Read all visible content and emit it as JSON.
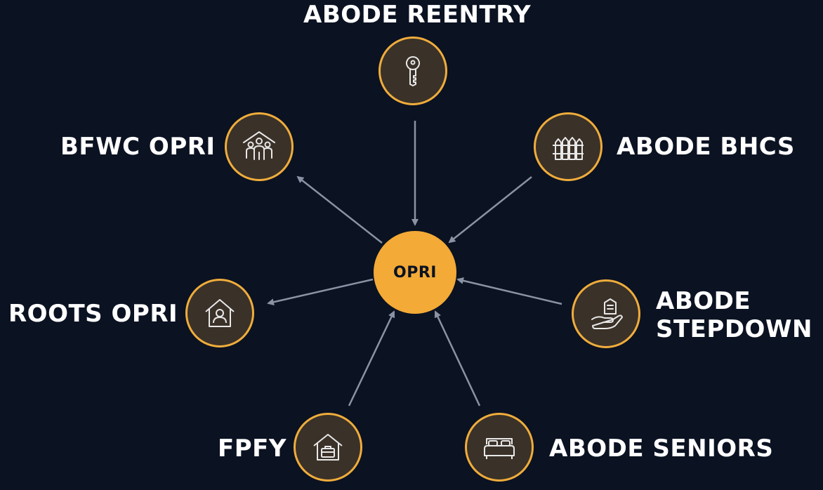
{
  "center": {
    "label": "OPRI"
  },
  "nodes": [
    {
      "id": "abode-reentry",
      "label": "ABODE REENTRY",
      "icon": "key-icon"
    },
    {
      "id": "abode-bhcs",
      "label": "ABODE BHCS",
      "icon": "fence-icon"
    },
    {
      "id": "abode-stepdown",
      "label_line1": "ABODE",
      "label_line2": "STEPDOWN",
      "icon": "hand-house-icon"
    },
    {
      "id": "abode-seniors",
      "label": "ABODE SENIORS",
      "icon": "bed-icon"
    },
    {
      "id": "fpfy",
      "label": "FPFY",
      "icon": "house-briefcase-icon"
    },
    {
      "id": "roots-opri",
      "label": "ROOTS OPRI",
      "icon": "house-person-icon"
    },
    {
      "id": "bfwc-opri",
      "label": "BFWC OPRI",
      "icon": "family-house-icon"
    }
  ],
  "colors": {
    "background": "#0b1222",
    "accent": "#f3aa36",
    "node_fill": "#3a3129",
    "arrow": "#8a93a4",
    "text": "#ffffff"
  }
}
